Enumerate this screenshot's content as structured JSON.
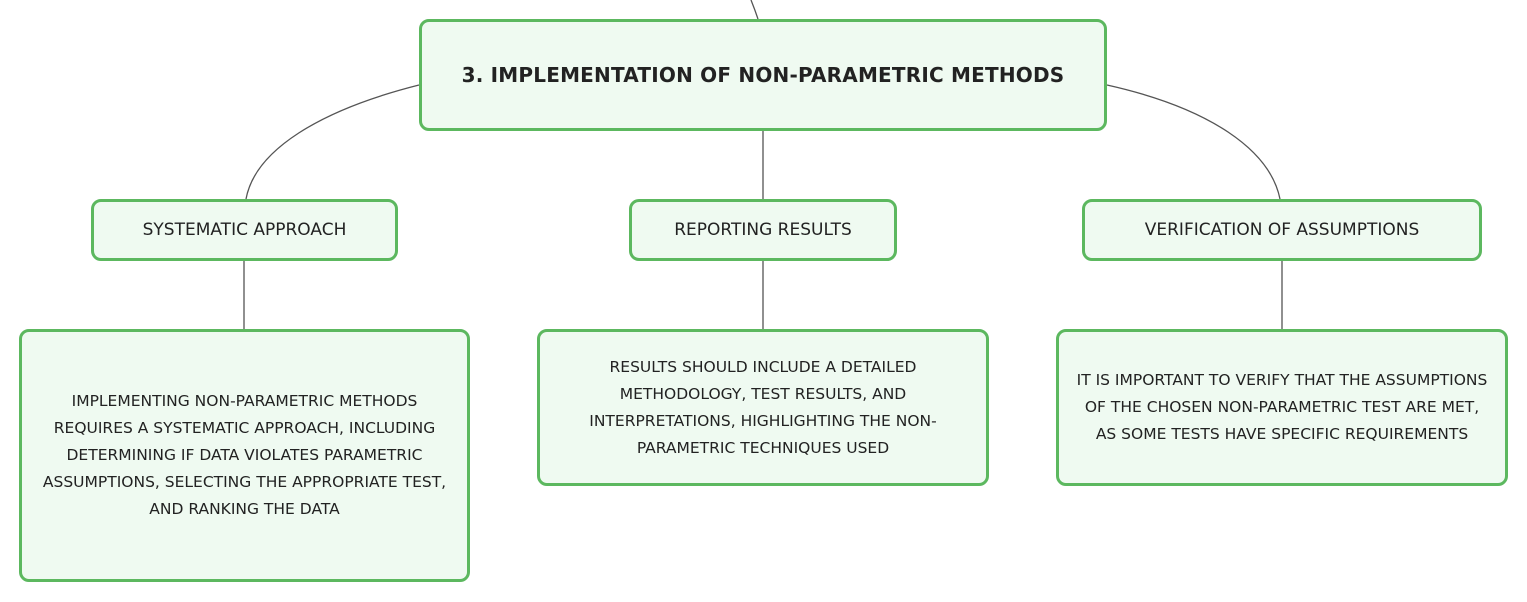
{
  "mindmap": {
    "root": {
      "label": "3. IMPLEMENTATION OF NON-PARAMETRIC METHODS"
    },
    "branches": [
      {
        "label": "SYSTEMATIC APPROACH",
        "detail": "IMPLEMENTING NON-PARAMETRIC METHODS REQUIRES A SYSTEMATIC APPROACH, INCLUDING DETERMINING IF DATA VIOLATES PARAMETRIC ASSUMPTIONS, SELECTING THE APPROPRIATE TEST, AND RANKING THE DATA"
      },
      {
        "label": "REPORTING RESULTS",
        "detail": "RESULTS SHOULD INCLUDE A DETAILED METHODOLOGY, TEST RESULTS, AND INTERPRETATIONS, HIGHLIGHTING THE NON-PARAMETRIC TECHNIQUES USED"
      },
      {
        "label": "VERIFICATION OF ASSUMPTIONS",
        "detail": "IT IS IMPORTANT TO VERIFY THAT THE ASSUMPTIONS OF THE CHOSEN NON-PARAMETRIC TEST ARE MET, AS SOME TESTS HAVE SPECIFIC REQUIREMENTS"
      }
    ]
  },
  "colors": {
    "node_fill": "#effaf1",
    "node_border": "#5cb85f",
    "connector": "#555555",
    "text": "#222222"
  }
}
